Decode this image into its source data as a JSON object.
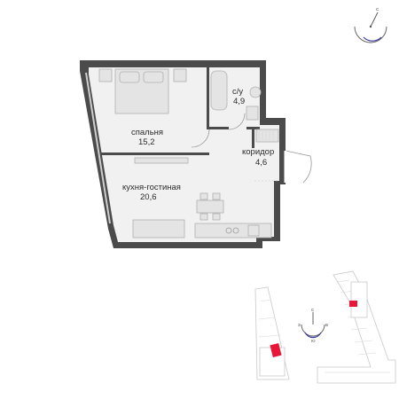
{
  "rooms": [
    {
      "name": "спальня",
      "area": "15,2"
    },
    {
      "name": "с/у",
      "area": "4,9"
    },
    {
      "name": "коридор",
      "area": "4,6"
    },
    {
      "name": "кухня-гостиная",
      "area": "20,6"
    }
  ],
  "colors": {
    "wall": "#4b4b4b",
    "floor": "#f1f1f1",
    "highlight": "#e8173a"
  },
  "compass_top": {
    "north_letter": "С"
  },
  "compass_site": {
    "letters": [
      "С",
      "З",
      "В",
      "Ю"
    ]
  }
}
